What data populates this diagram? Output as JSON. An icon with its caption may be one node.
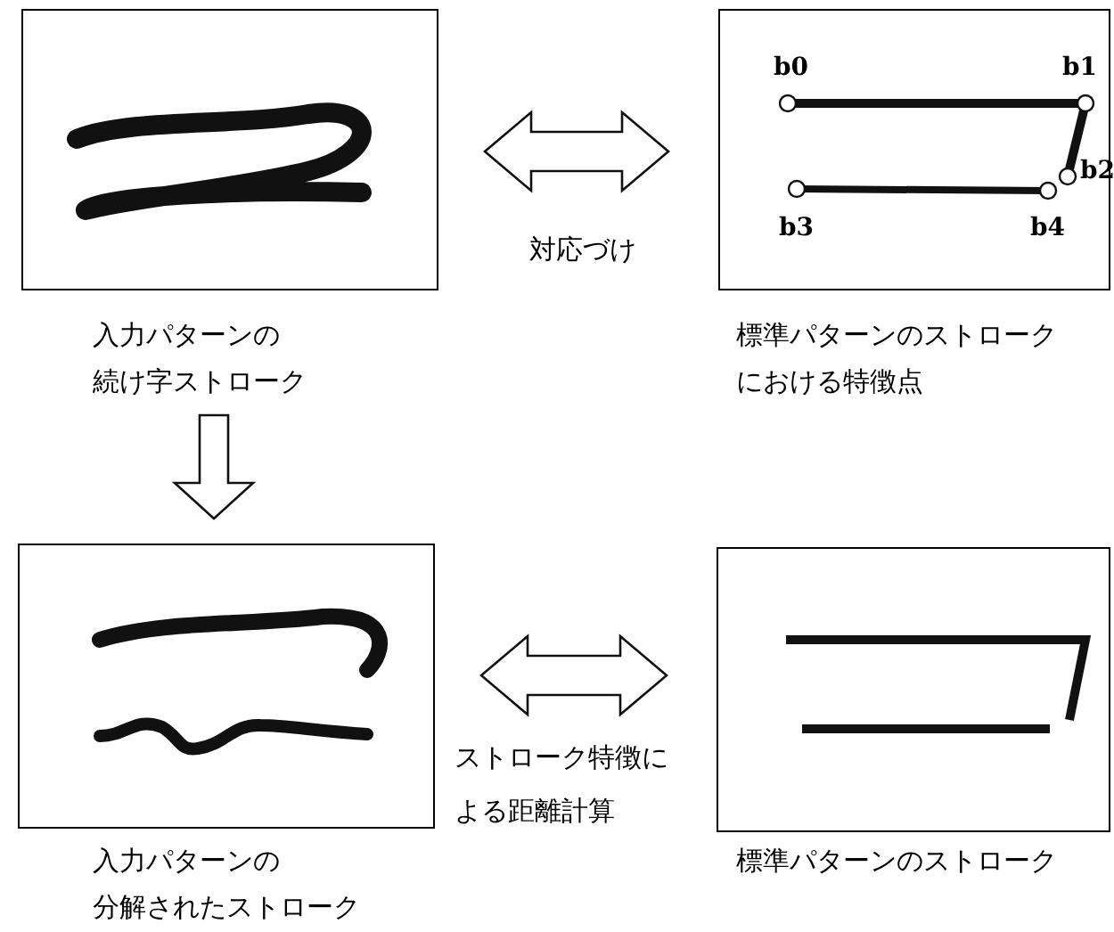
{
  "diagram": {
    "nodes": [
      {
        "text": [
          "入力パターンの続け字ストローク"
        ]
      },
      {
        "text": [
          "標準パターンのストロークにおける特徴点"
        ]
      },
      {
        "text": [
          "入力パターンの分解されたストローク"
        ]
      },
      {
        "text": [
          "標準パターンのストローク"
        ]
      }
    ],
    "edges": [
      {
        "from": 0,
        "to": 1,
        "arrow": "both",
        "label": "対応づけ"
      },
      {
        "from": 0,
        "to": 2,
        "arrow": "to"
      },
      {
        "from": 2,
        "to": 3,
        "arrow": "both",
        "label": "ストローク特徴による距離計算"
      }
    ],
    "labels": [
      "b0",
      "b1",
      "b2",
      "b3",
      "b4"
    ]
  }
}
